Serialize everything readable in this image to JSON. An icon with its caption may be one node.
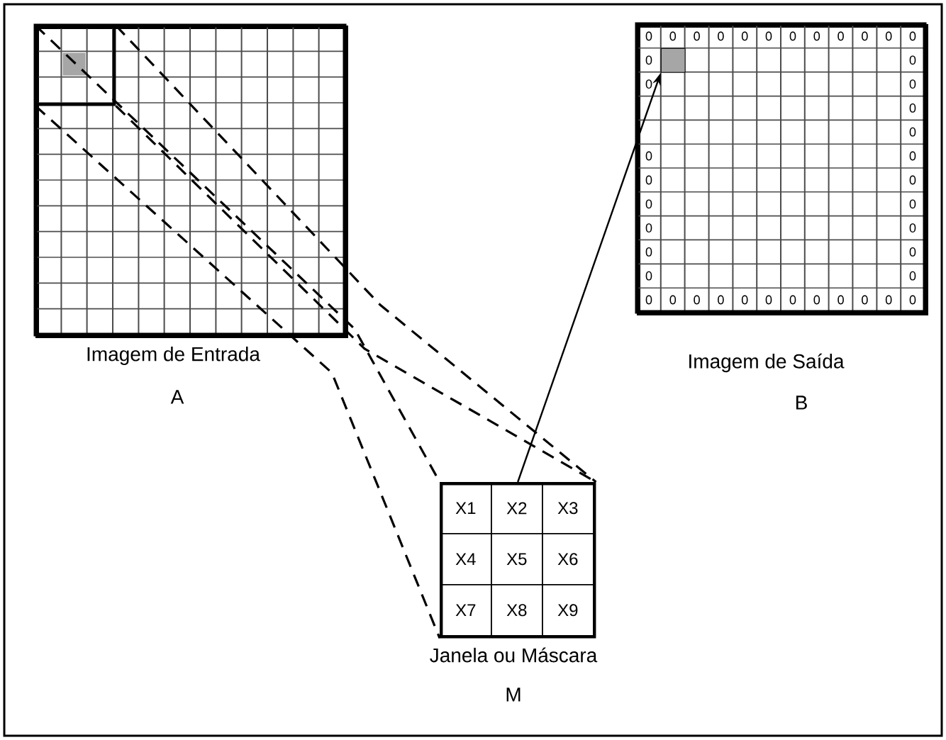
{
  "diagram": {
    "nodes": [
      {
        "text": [
          "Imagem de Entrada",
          "A"
        ]
      },
      {
        "text": [],
        "shape": "box",
        "in": 0
      },
      {
        "text": [
          "Imagem de Saída",
          "B"
        ]
      },
      {
        "text": [],
        "shape": "box",
        "in": 2
      },
      {
        "text": [
          "Janela ou Máscara",
          "M"
        ]
      },
      {
        "text": [
          "X1"
        ],
        "in": 4
      },
      {
        "text": [
          "X2"
        ],
        "in": 4
      },
      {
        "text": [
          "X3"
        ],
        "in": 4
      },
      {
        "text": [
          "X4"
        ],
        "in": 4
      },
      {
        "text": [
          "X5"
        ],
        "in": 4
      },
      {
        "text": [
          "X6"
        ],
        "in": 4
      },
      {
        "text": [
          "X7"
        ],
        "in": 4
      },
      {
        "text": [
          "X8"
        ],
        "in": 4
      },
      {
        "text": [
          "X9"
        ],
        "in": 4
      }
    ],
    "edges": [
      {
        "from": 1,
        "to": 4,
        "arrow": "none",
        "style": "dashed"
      },
      {
        "from": 1,
        "to": 4,
        "arrow": "none",
        "style": "dashed"
      },
      {
        "from": 1,
        "to": 4,
        "arrow": "none",
        "style": "dashed"
      },
      {
        "from": 1,
        "to": 4,
        "arrow": "none",
        "style": "dashed"
      },
      {
        "from": 4,
        "to": 3,
        "arrow": "to"
      }
    ],
    "labels": [
      "0",
      "0",
      "0",
      "0",
      "0",
      "0",
      "0",
      "0",
      "0",
      "0",
      "0",
      "0",
      "0",
      "0",
      "0",
      "0",
      "0",
      "0",
      "0",
      "0",
      "0",
      "0",
      "0",
      "0",
      "0",
      "0",
      "0",
      "0",
      "0",
      "0",
      "0",
      "0",
      "0",
      "0",
      "0",
      "0",
      "0",
      "0",
      "0",
      "0",
      "0",
      "0"
    ]
  }
}
